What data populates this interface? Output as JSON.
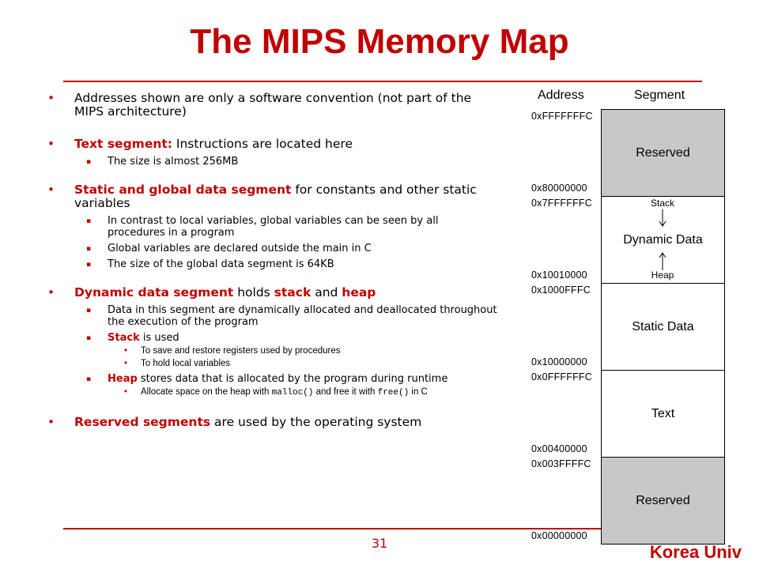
{
  "slide": {
    "title": "The MIPS Memory Map",
    "page_number": "31",
    "institution": "Korea Univ"
  },
  "bullets": {
    "b1": "Addresses shown are only a software convention (not part of the MIPS architecture)",
    "b2_bold": "Text segment:",
    "b2_rest": " Instructions are located here",
    "b2_sub1": "The size is almost 256MB",
    "b3_bold": "Static and global data segment",
    "b3_rest": " for constants and other static variables",
    "b3_sub1": "In contrast to local variables, global variables can be seen by all procedures in a program",
    "b3_sub2": "Global variables are declared outside the main in C",
    "b3_sub3": "The size of the global data segment is 64KB",
    "b4_bold1": "Dynamic data segment",
    "b4_mid1": " holds ",
    "b4_bold2": "stack",
    "b4_mid2": " and ",
    "b4_bold3": "heap",
    "b4_sub1": "Data in this segment are dynamically allocated and deallocated throughout the execution of the program",
    "b4_sub2_bold": "Stack",
    "b4_sub2_rest": " is used",
    "b4_sub2_i1": "To save and restore registers used by procedures",
    "b4_sub2_i2": "To hold local variables",
    "b4_sub3_bold": "Heap",
    "b4_sub3_rest": " stores data that is allocated by the program during runtime",
    "b4_sub3_i1_a": "Allocate space on the heap with ",
    "b4_sub3_i1_code1": "malloc()",
    "b4_sub3_i1_b": " and free it with ",
    "b4_sub3_i1_code2": "free()",
    "b4_sub3_i1_c": " in C",
    "b5_bold": "Reserved segments",
    "b5_rest": " are used by the operating system"
  },
  "memory_map": {
    "header_address": "Address",
    "header_segment": "Segment",
    "addresses": [
      "0xFFFFFFFC",
      "0x80000000",
      "0x7FFFFFFC",
      "0x10010000",
      "0x1000FFFC",
      "0x10000000",
      "0x0FFFFFFC",
      "0x00400000",
      "0x003FFFFC",
      "0x00000000"
    ],
    "segments": {
      "reserved_top": "Reserved",
      "dynamic": "Dynamic Data",
      "stack_label": "Stack",
      "heap_label": "Heap",
      "static": "Static Data",
      "text": "Text",
      "reserved_bottom": "Reserved"
    },
    "colors": {
      "reserved": "#c8c8c8",
      "accent": "#c00000"
    }
  }
}
